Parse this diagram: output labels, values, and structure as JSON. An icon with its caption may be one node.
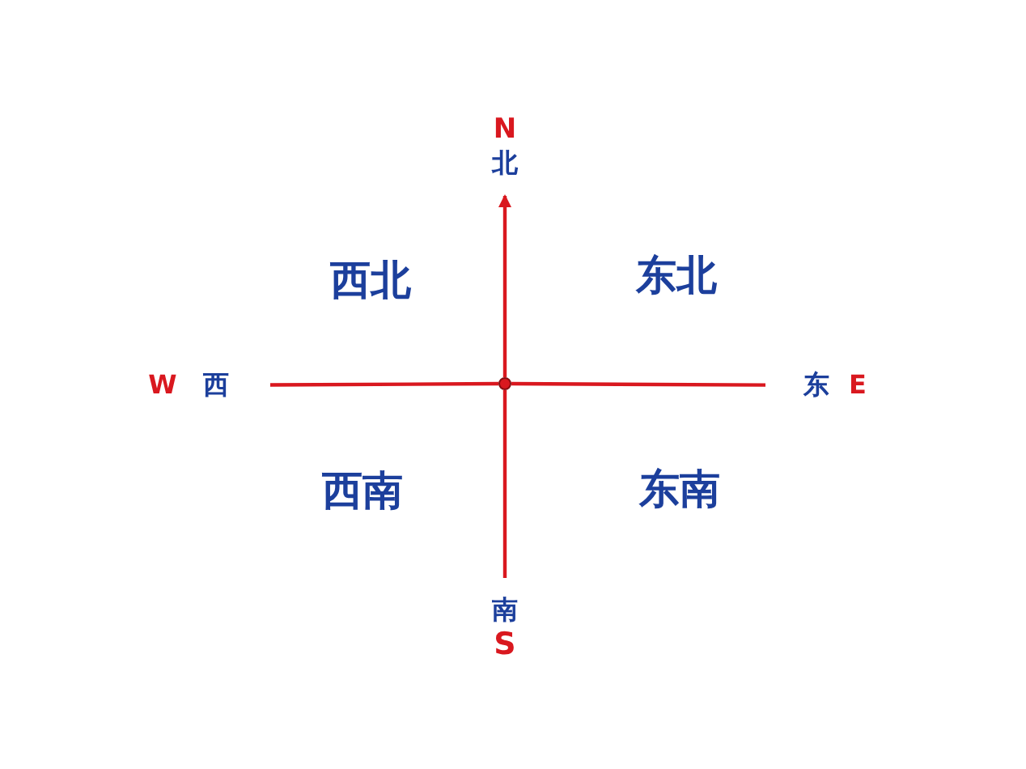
{
  "diagram": {
    "nodes": [
      {
        "text": [],
        "shape": "circle"
      },
      {
        "text": [
          "N",
          "北"
        ]
      },
      {
        "text": [
          "南",
          "S"
        ]
      },
      {
        "text": [
          "W",
          "西"
        ]
      },
      {
        "text": [
          "东",
          "E"
        ]
      }
    ],
    "edges": [
      {
        "from": 0,
        "to": 1,
        "arrow": "to"
      },
      {
        "from": 0,
        "to": 2,
        "arrow": "none"
      },
      {
        "from": 0,
        "to": 3,
        "arrow": "none"
      },
      {
        "from": 0,
        "to": 4,
        "arrow": "none"
      }
    ],
    "labels": [
      "西北",
      "东北",
      "西南",
      "东南"
    ]
  }
}
